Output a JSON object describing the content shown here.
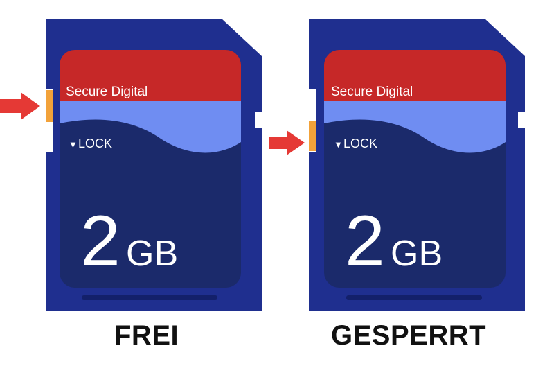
{
  "cards": [
    {
      "brand": "Secure Digital",
      "lock_text": "LOCK",
      "lock_triangle": "▼",
      "capacity_number": "2",
      "capacity_unit": "GB",
      "state_label": "FREI",
      "lock_switch_state": "unlocked"
    },
    {
      "brand": "Secure Digital",
      "lock_text": "LOCK",
      "lock_triangle": "▼",
      "capacity_number": "2",
      "capacity_unit": "GB",
      "state_label": "GESPERRT",
      "lock_switch_state": "locked"
    }
  ],
  "colors": {
    "card_body": "#1f2f8f",
    "card_inner": "#1b2a6b",
    "label_red": "#c62828",
    "wave_blue": "#6f8df2",
    "switch_orange": "#f2a23a",
    "arrow_red": "#e53935"
  }
}
